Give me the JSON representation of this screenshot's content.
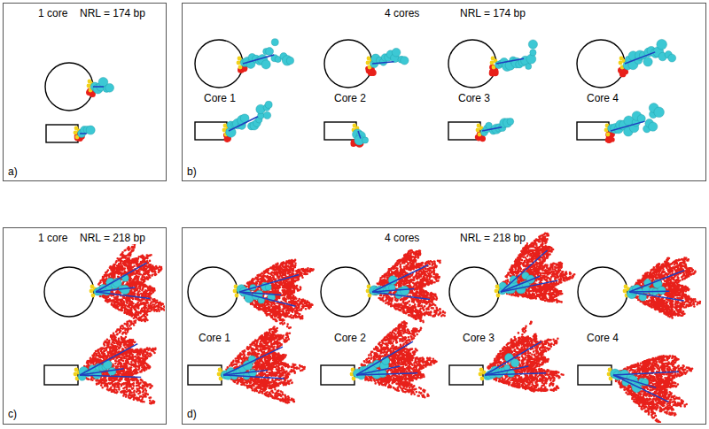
{
  "diagram": {
    "nodes": [
      {
        "text": [
          "1 core",
          "NRL = 174 bp",
          "a)"
        ]
      },
      {
        "text": [
          "4 cores",
          "NRL = 174 bp",
          "Core 1",
          "Core 2",
          "Core 3",
          "Core 4",
          "b)"
        ]
      },
      {
        "text": [
          "1 core",
          "NRL = 218 bp",
          "c)"
        ]
      },
      {
        "text": [
          "4 cores",
          "NRL = 218 bp",
          "Core 1",
          "Core 2",
          "Core 3",
          "Core 4",
          "d)"
        ]
      }
    ]
  }
}
